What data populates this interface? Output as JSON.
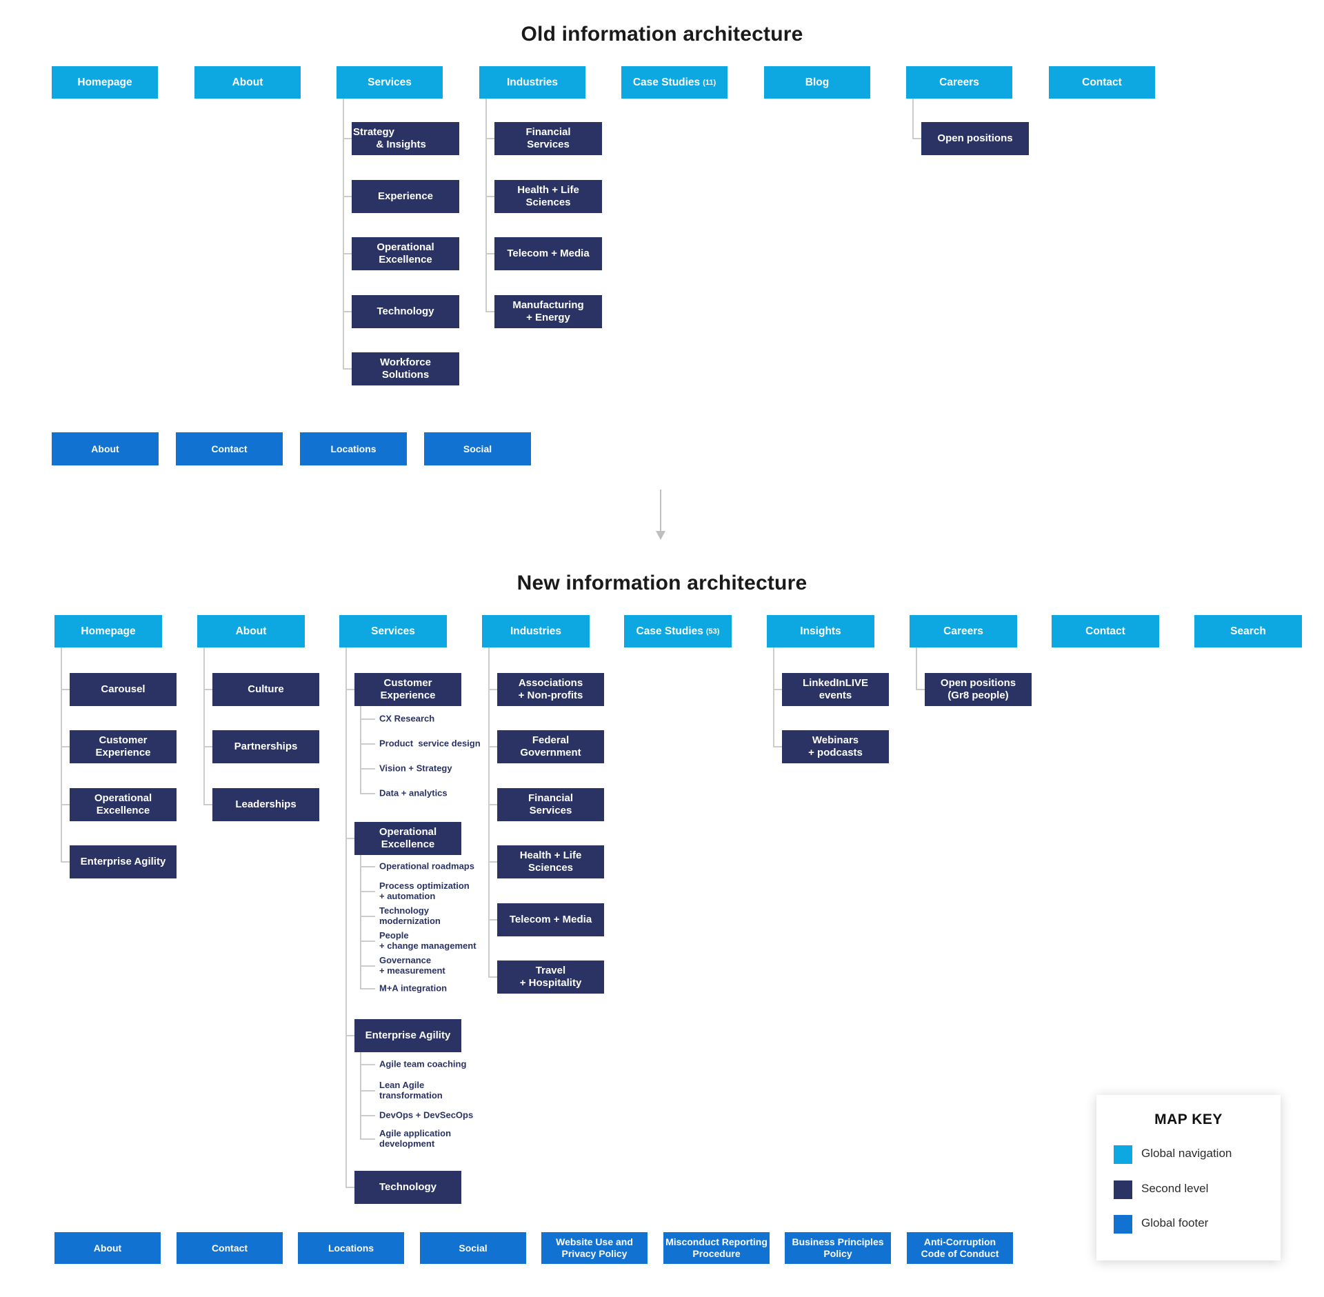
{
  "old": {
    "title": "Old information architecture",
    "nav": [
      {
        "label": "Homepage"
      },
      {
        "label": "About"
      },
      {
        "label": "Services",
        "children": [
          {
            "label": "Strategy\n        & Insights",
            "align": "left"
          },
          {
            "label": "Experience"
          },
          {
            "label": "Operational\nExcellence"
          },
          {
            "label": "Technology"
          },
          {
            "label": "Workforce\nSolutions"
          }
        ]
      },
      {
        "label": "Industries",
        "children": [
          {
            "label": "Financial\nServices"
          },
          {
            "label": "Health + Life\nSciences"
          },
          {
            "label": "Telecom + Media"
          },
          {
            "label": "Manufacturing\n+ Energy"
          }
        ]
      },
      {
        "label": "Case Studies",
        "suffix": "(11)"
      },
      {
        "label": "Blog"
      },
      {
        "label": "Careers",
        "children": [
          {
            "label": "Open positions"
          }
        ]
      },
      {
        "label": "Contact"
      }
    ],
    "footer": [
      {
        "label": "About"
      },
      {
        "label": "Contact"
      },
      {
        "label": "Locations"
      },
      {
        "label": "Social"
      }
    ]
  },
  "new": {
    "title": "New information architecture",
    "nav": [
      {
        "label": "Homepage",
        "children": [
          {
            "label": "Carousel"
          },
          {
            "label": "Customer\nExperience"
          },
          {
            "label": "Operational\nExcellence"
          },
          {
            "label": "Enterprise Agility"
          }
        ]
      },
      {
        "label": "About",
        "children": [
          {
            "label": "Culture"
          },
          {
            "label": "Partnerships"
          },
          {
            "label": "Leaderships"
          }
        ]
      },
      {
        "label": "Services",
        "children": [
          {
            "label": "Customer\nExperience",
            "items": [
              "CX Research",
              "Product  service design",
              "Vision + Strategy",
              "Data + analytics"
            ]
          },
          {
            "label": "Operational\nExcellence",
            "items": [
              "Operational roadmaps",
              "Process optimization\n+ automation",
              "Technology\nmodernization",
              "People\n+ change management",
              "Governance\n+ measurement",
              "M+A integration"
            ]
          },
          {
            "label": "Enterprise Agility",
            "items": [
              "Agile team coaching",
              "Lean Agile\ntransformation",
              "DevOps + DevSecOps",
              "Agile application\ndevelopment"
            ]
          },
          {
            "label": "Technology"
          }
        ]
      },
      {
        "label": "Industries",
        "children": [
          {
            "label": "Associations\n+ Non-profits"
          },
          {
            "label": "Federal\nGovernment"
          },
          {
            "label": "Financial\nServices"
          },
          {
            "label": "Health + Life\nSciences"
          },
          {
            "label": "Telecom + Media"
          },
          {
            "label": "Travel\n+ Hospitality"
          }
        ]
      },
      {
        "label": "Case Studies",
        "suffix": "(53)"
      },
      {
        "label": "Insights",
        "children": [
          {
            "label": "LinkedInLIVE\nevents"
          },
          {
            "label": "Webinars\n+ podcasts"
          }
        ]
      },
      {
        "label": "Careers",
        "children": [
          {
            "label": "Open positions\n(Gr8 people)"
          }
        ]
      },
      {
        "label": "Contact"
      },
      {
        "label": "Search"
      }
    ],
    "footer": [
      {
        "label": "About"
      },
      {
        "label": "Contact"
      },
      {
        "label": "Locations"
      },
      {
        "label": "Social"
      },
      {
        "label": "Website Use and\nPrivacy Policy"
      },
      {
        "label": "Misconduct Reporting\nProcedure"
      },
      {
        "label": "Business Principles\nPolicy"
      },
      {
        "label": "Anti-Corruption\nCode of Conduct"
      }
    ]
  },
  "map_key": {
    "title": "MAP KEY",
    "entries": [
      {
        "label": "Global navigation",
        "color": "#0da7e1"
      },
      {
        "label": "Second level",
        "color": "#2a3364"
      },
      {
        "label": "Global footer",
        "color": "#1272d2"
      }
    ]
  },
  "colors": {
    "global_nav": "#0da7e1",
    "second_level": "#2a3364",
    "global_footer": "#1272d2",
    "connector": "#cccccc",
    "arrow": "#bfbfbf",
    "title_text": "#1a1a1a"
  }
}
